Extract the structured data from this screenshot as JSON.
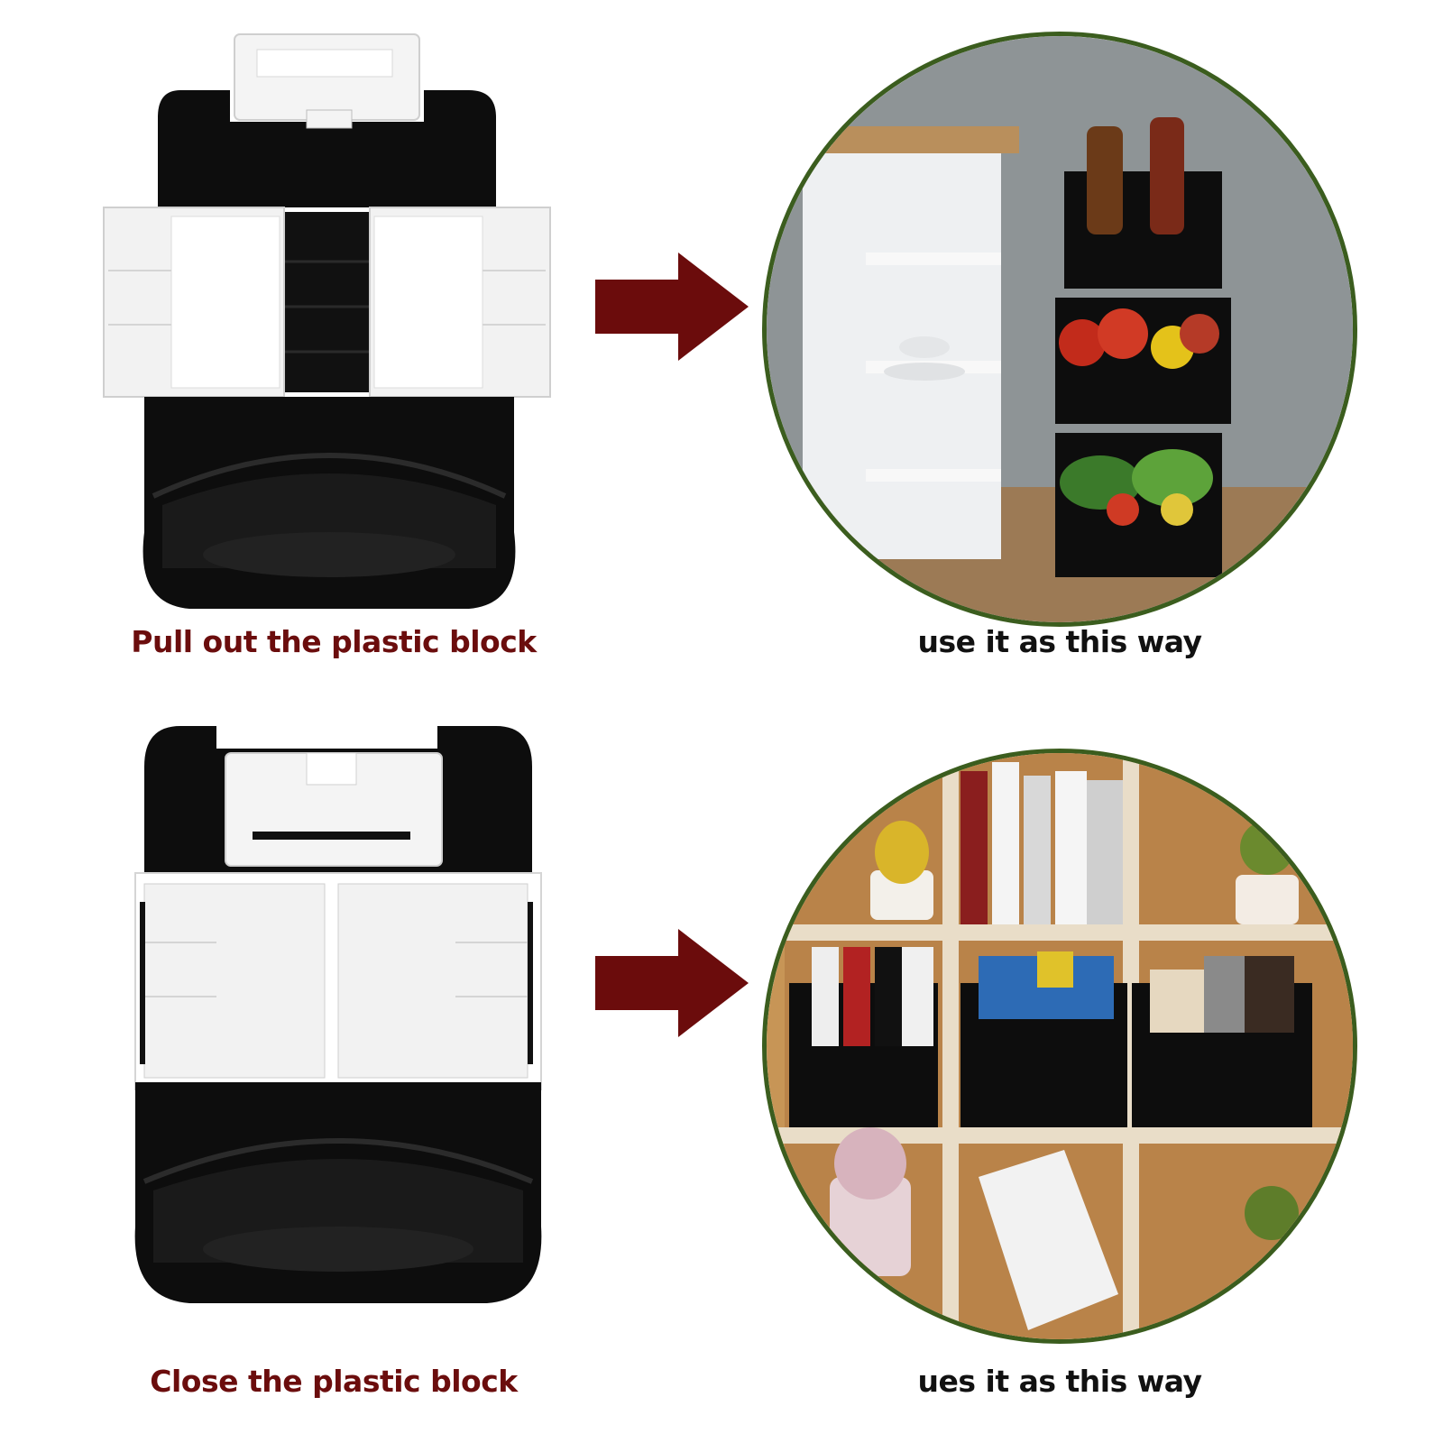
{
  "colors": {
    "caption_red": "#6b0d0d",
    "arrow": "#6b0c0c",
    "circle_ring": "#3b5d1e",
    "basket_black": "#0d0d0d",
    "plastic_white": "#f2f2f2"
  },
  "row_top": {
    "caption_left": "Pull out the plastic block",
    "caption_right": "use it as this way"
  },
  "row_bottom": {
    "caption_left": "Close the plastic block",
    "caption_right": "ues it as this way"
  },
  "icons": {
    "arrow": "right-arrow-icon"
  }
}
